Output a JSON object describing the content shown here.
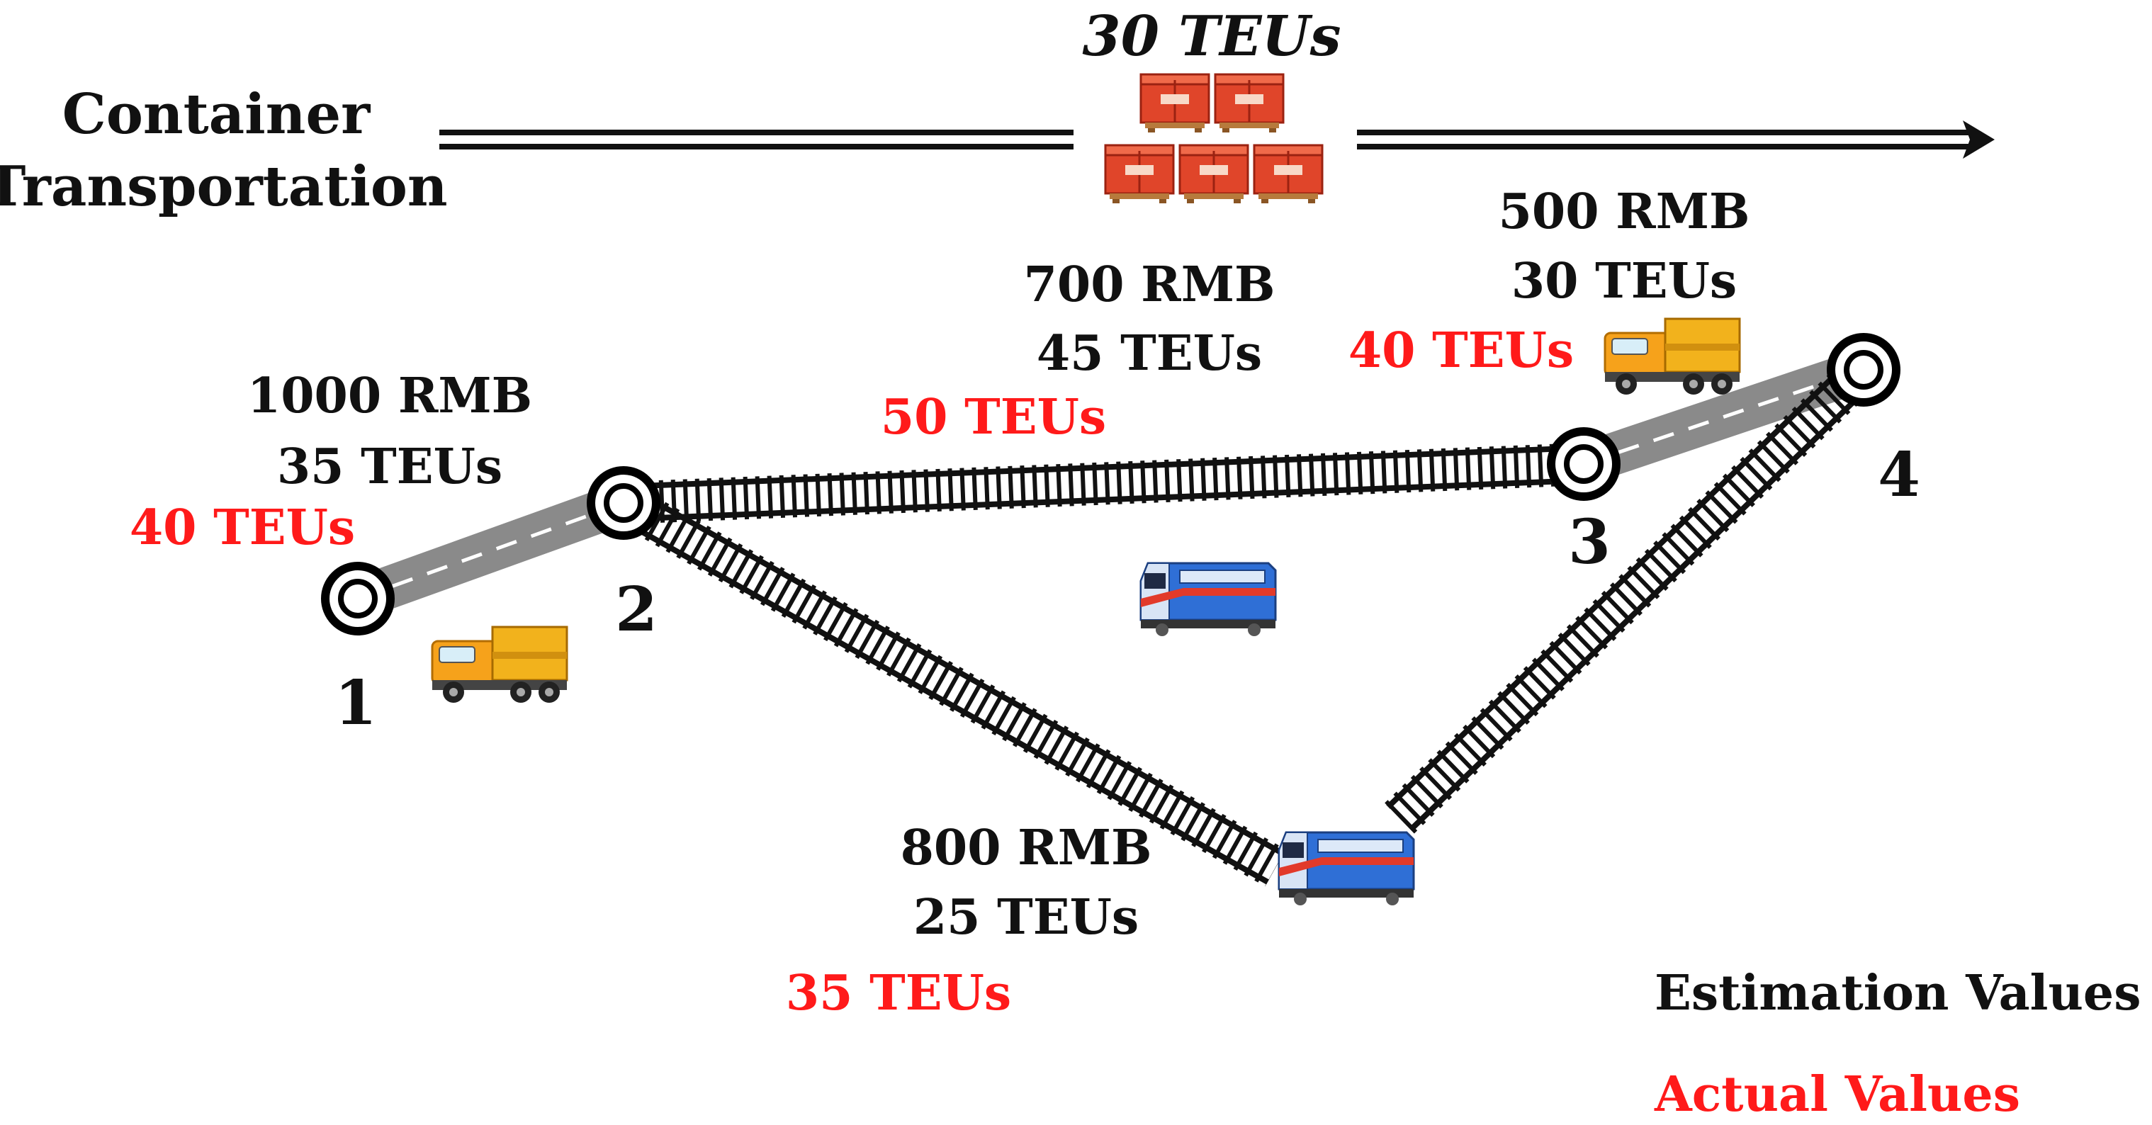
{
  "header": {
    "title_line1": "Container",
    "title_line2": "Transportation",
    "cargo_label": "30 TEUs"
  },
  "nodes": [
    {
      "id": "1",
      "label": "1"
    },
    {
      "id": "2",
      "label": "2"
    },
    {
      "id": "3",
      "label": "3"
    },
    {
      "id": "4",
      "label": "4"
    }
  ],
  "links": {
    "link_1_2": {
      "mode": "road",
      "cost": "1000 RMB",
      "estimate": "35 TEUs",
      "actual": "40 TEUs"
    },
    "link_2_3": {
      "mode": "rail",
      "cost": "700 RMB",
      "estimate": "45 TEUs",
      "actual": "50 TEUs"
    },
    "link_3_4": {
      "mode": "road",
      "cost": "500 RMB",
      "estimate": "30 TEUs",
      "actual": "40 TEUs"
    },
    "link_2_4": {
      "mode": "rail",
      "cost": "800 RMB",
      "estimate": "25 TEUs",
      "actual": "35 TEUs"
    }
  },
  "legend": {
    "estimation": "Estimation Values",
    "actual": "Actual Values"
  },
  "colors": {
    "estimate_text": "#111111",
    "actual_text": "#ff1a1a",
    "road": "#8a8a8a",
    "rail": "#111111",
    "container": "#e0452a",
    "truck": "#f2b21c",
    "train": "#2f6fd6"
  },
  "icons": [
    "container-stack-icon",
    "truck-icon",
    "train-icon"
  ]
}
